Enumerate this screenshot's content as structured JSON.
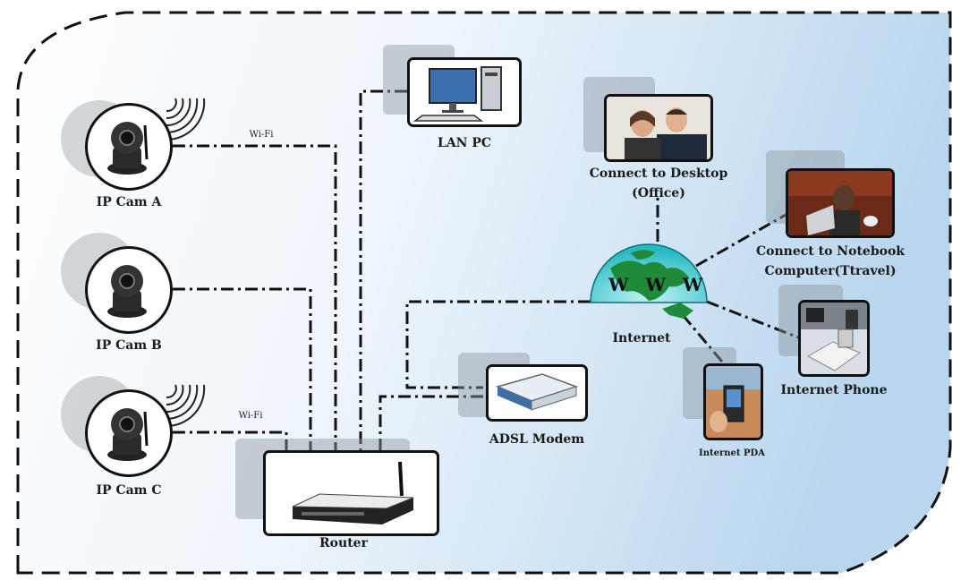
{
  "nodes": {
    "cam_a": {
      "label": "IP Cam A",
      "link_label": "Wi-Fi"
    },
    "cam_b": {
      "label": "IP Cam B"
    },
    "cam_c": {
      "label": "IP Cam  C",
      "link_label": "Wi-Fi"
    },
    "lan_pc": {
      "label": "LAN PC"
    },
    "router": {
      "label": "Router"
    },
    "modem": {
      "label": "ADSL Modem"
    },
    "internet": {
      "label": "Internet",
      "globe_text": "W W W"
    },
    "desktop": {
      "label_line1": "Connect to Desktop",
      "label_line2": "(Office)"
    },
    "notebook": {
      "label_line1": "Connect to Notebook",
      "label_line2": "Computer(Ttravel)"
    },
    "phone": {
      "label": "Internet Phone"
    },
    "pda": {
      "label": "Internet PDA"
    }
  },
  "colors": {
    "background_left": "#ffffff",
    "background_right": "#bcd9ef",
    "line": "#111111",
    "globe_sea": "#2fc4c8",
    "globe_land": "#1f8a3a"
  },
  "icons": [
    "ip-camera-icon",
    "wifi-waves-icon",
    "desktop-pc-icon",
    "router-icon",
    "adsl-modem-icon",
    "globe-icon",
    "office-photo-icon",
    "notebook-photo-icon",
    "phone-photo-icon",
    "pda-photo-icon"
  ]
}
